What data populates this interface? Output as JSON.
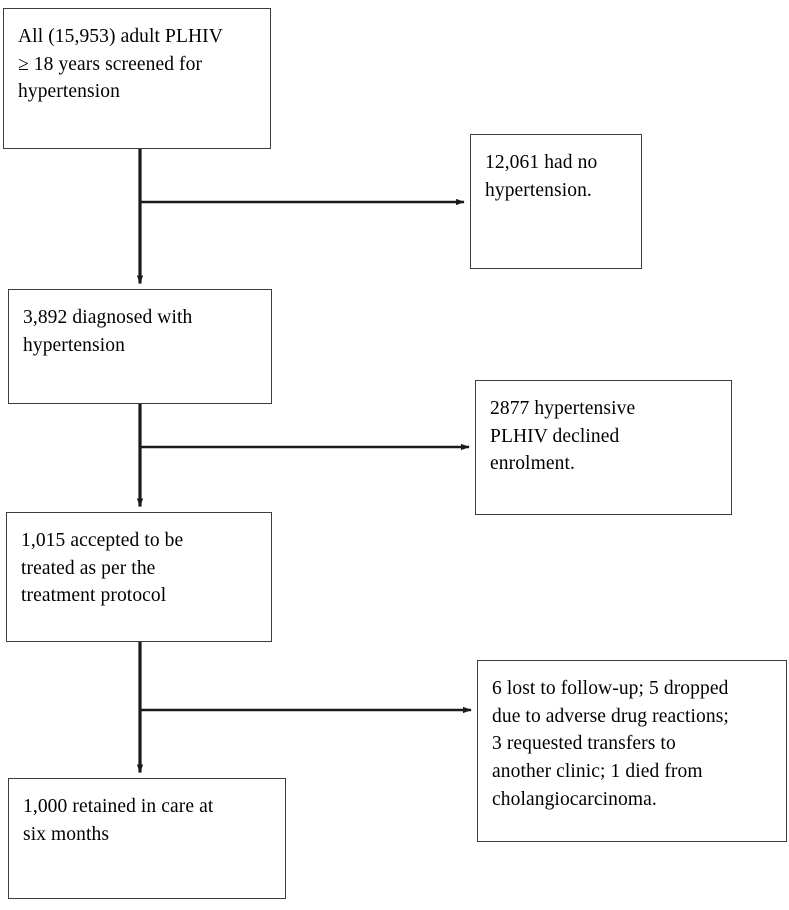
{
  "chart_data": {
    "type": "diagram",
    "title": "",
    "diagram_kind": "participant-flow-flowchart",
    "nodes": [
      {
        "id": "screened",
        "text": "All (15,953) adult PLHIV\n≥ 18 years screened for\nhypertension",
        "count": 15953,
        "column": "main"
      },
      {
        "id": "no_hypertension",
        "text": "12,061 had no\nhypertension.",
        "count": 12061,
        "column": "exclusion"
      },
      {
        "id": "diagnosed",
        "text": "3,892 diagnosed with\nhypertension",
        "count": 3892,
        "column": "main"
      },
      {
        "id": "declined",
        "text": "2877 hypertensive\nPLHIV declined\nenrolment.",
        "count": 2877,
        "column": "exclusion"
      },
      {
        "id": "accepted",
        "text": "1,015 accepted to be\ntreated as per the\ntreatment protocol",
        "count": 1015,
        "column": "main"
      },
      {
        "id": "attrition",
        "text": "6 lost to follow-up; 5 dropped\ndue to adverse drug reactions;\n3 requested transfers to\nanother clinic; 1 died from\ncholangiocarcinoma.",
        "count": 15,
        "column": "exclusion"
      },
      {
        "id": "retained",
        "text": "1,000 retained in care at\nsix months",
        "count": 1000,
        "column": "main"
      }
    ],
    "edges": [
      {
        "from": "screened",
        "to": "diagnosed",
        "kind": "vertical"
      },
      {
        "from": "screened",
        "to": "no_hypertension",
        "kind": "branch-right"
      },
      {
        "from": "diagnosed",
        "to": "accepted",
        "kind": "vertical"
      },
      {
        "from": "diagnosed",
        "to": "declined",
        "kind": "branch-right"
      },
      {
        "from": "accepted",
        "to": "retained",
        "kind": "vertical"
      },
      {
        "from": "accepted",
        "to": "attrition",
        "kind": "branch-right"
      }
    ],
    "colors": {
      "box_border": "#3d3d3d",
      "connector": "#1a1a1a",
      "background": "#ffffff",
      "text": "#000000"
    }
  },
  "flow": {
    "screened": {
      "text": "All (15,953) adult PLHIV\n≥ 18 years screened for\nhypertension"
    },
    "no_hypertension": {
      "text": "12,061 had no\nhypertension."
    },
    "diagnosed": {
      "text": "3,892 diagnosed with\nhypertension"
    },
    "declined": {
      "text": "2877 hypertensive\nPLHIV declined\nenrolment."
    },
    "accepted": {
      "text": "1,015 accepted to be\ntreated as per the\ntreatment protocol"
    },
    "attrition": {
      "text": "6 lost to follow-up; 5 dropped\ndue to adverse drug reactions;\n3 requested transfers to\nanother clinic; 1 died from\ncholangiocarcinoma."
    },
    "retained": {
      "text": "1,000 retained in care at\nsix months"
    }
  }
}
